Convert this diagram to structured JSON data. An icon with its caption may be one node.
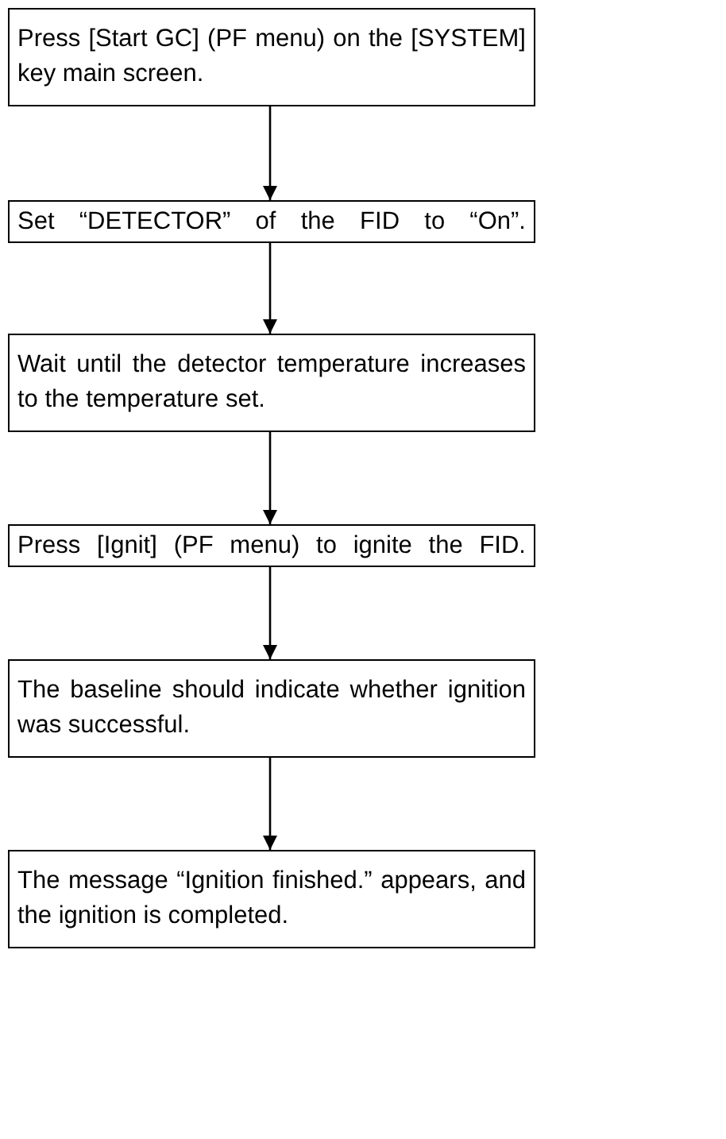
{
  "diagram": {
    "nodes": [
      {
        "text": [
          "Press [Start GC] (PF menu) on the [SYSTEM] key main screen."
        ]
      },
      {
        "text": [
          "Set “DETECTOR” of the FID to “On”."
        ]
      },
      {
        "text": [
          "Wait until the detector temperature increases to the temperature set."
        ]
      },
      {
        "text": [
          "Press [Ignit] (PF menu) to ignite the FID."
        ]
      },
      {
        "text": [
          "The baseline should indicate whether ignition was successful."
        ]
      },
      {
        "text": [
          "The message “Ignition finished.” appears, and the ignition is completed."
        ]
      }
    ],
    "edges": [
      {
        "from": 0,
        "to": 1,
        "arrow": "to"
      },
      {
        "from": 1,
        "to": 2,
        "arrow": "to"
      },
      {
        "from": 2,
        "to": 3,
        "arrow": "to"
      },
      {
        "from": 3,
        "to": 4,
        "arrow": "to"
      },
      {
        "from": 4,
        "to": 5,
        "arrow": "to"
      }
    ]
  }
}
